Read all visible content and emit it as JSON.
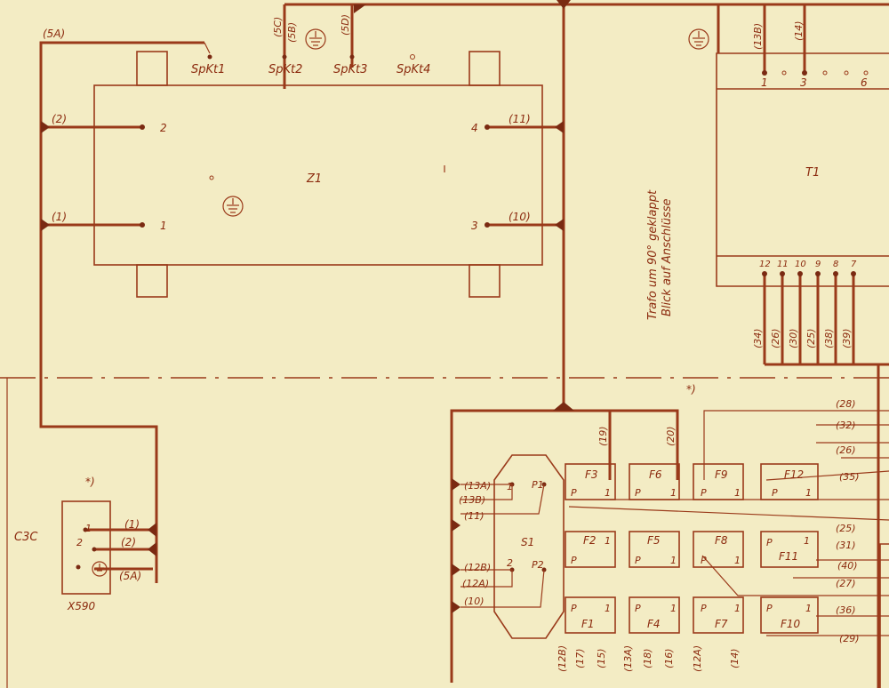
{
  "colors": {
    "paper": "#f3ecc4",
    "ink": "#9a3a1a"
  },
  "z1": {
    "name": "Z1",
    "spkt": [
      "SpKt1",
      "SpKt2",
      "SpKt3",
      "SpKt4"
    ],
    "wire_5a": "(5A)",
    "wire_5c": "(5C)",
    "wire_5b": "(5B)",
    "wire_5d": "(5D)",
    "pin2": "2",
    "pin1": "1",
    "pin4": "4",
    "pin3": "3",
    "wire_2": "(2)",
    "wire_1": "(1)",
    "wire_11": "(11)",
    "wire_10": "(10)"
  },
  "t1": {
    "name": "T1",
    "top_pins": [
      "1",
      "3",
      "6"
    ],
    "top_wires": [
      "(13B)",
      "(14)"
    ],
    "bottom_pins": [
      "12",
      "11",
      "10",
      "9",
      "8",
      "7"
    ],
    "bottom_wires": [
      "(34)",
      "(26)",
      "(30)",
      "(25)",
      "(38)",
      "(39)"
    ],
    "note_line1": "Trafo um 90° geklappt",
    "note_line2": "Blick auf Anschlüsse"
  },
  "x590": {
    "name": "X590",
    "star": "*)",
    "c3c": "C3C",
    "pins": [
      "1",
      "2"
    ],
    "wires": [
      "(1)",
      "(2)",
      "(5A)"
    ]
  },
  "s1": {
    "name": "S1",
    "pins": [
      "1",
      "P1",
      "2",
      "P2"
    ],
    "left_wires": [
      "(13A)",
      "(13B)",
      "(11)",
      "(12B)",
      "(12A)",
      "(10)"
    ]
  },
  "fuses": {
    "labels": [
      "F3",
      "F6",
      "F9",
      "F12",
      "F2",
      "F5",
      "F8",
      "F11",
      "F1",
      "F4",
      "F7",
      "F10"
    ],
    "p": "P",
    "one": "1",
    "top_wires": [
      "(19)",
      "(20)"
    ],
    "right_wires": [
      "(28)",
      "(32)",
      "(26)",
      "(35)",
      "(25)",
      "(31)",
      "(40)",
      "(27)",
      "(36)",
      "(29)"
    ],
    "bottom_wires": [
      "(12B)",
      "(17)",
      "(15)",
      "(13A)",
      "(18)",
      "(16)",
      "(12A)",
      "(14)"
    ],
    "star": "*)"
  }
}
